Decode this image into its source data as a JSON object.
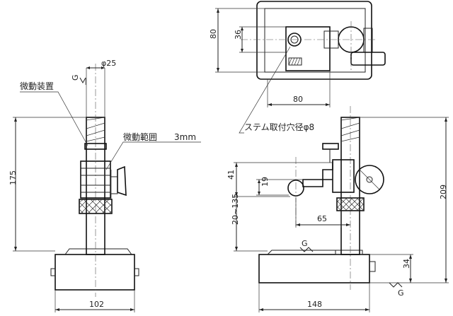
{
  "labels": {
    "fine_adjuster": "微動装置",
    "fine_range": "微動範囲",
    "fine_range_value": "3mm",
    "stem_hole": "ステム取付穴径φ8",
    "ground_mark": "G"
  },
  "dimensions": {
    "diameter": "φ25",
    "front_base_width": "102",
    "front_height": "175",
    "top_height": "80",
    "top_inner": "36",
    "top_width": "80",
    "side_height": "209",
    "side_upper": "41",
    "side_19": "19",
    "side_reach": "65",
    "side_range": "20~135",
    "side_base_height": "34",
    "side_base_width": "148"
  }
}
